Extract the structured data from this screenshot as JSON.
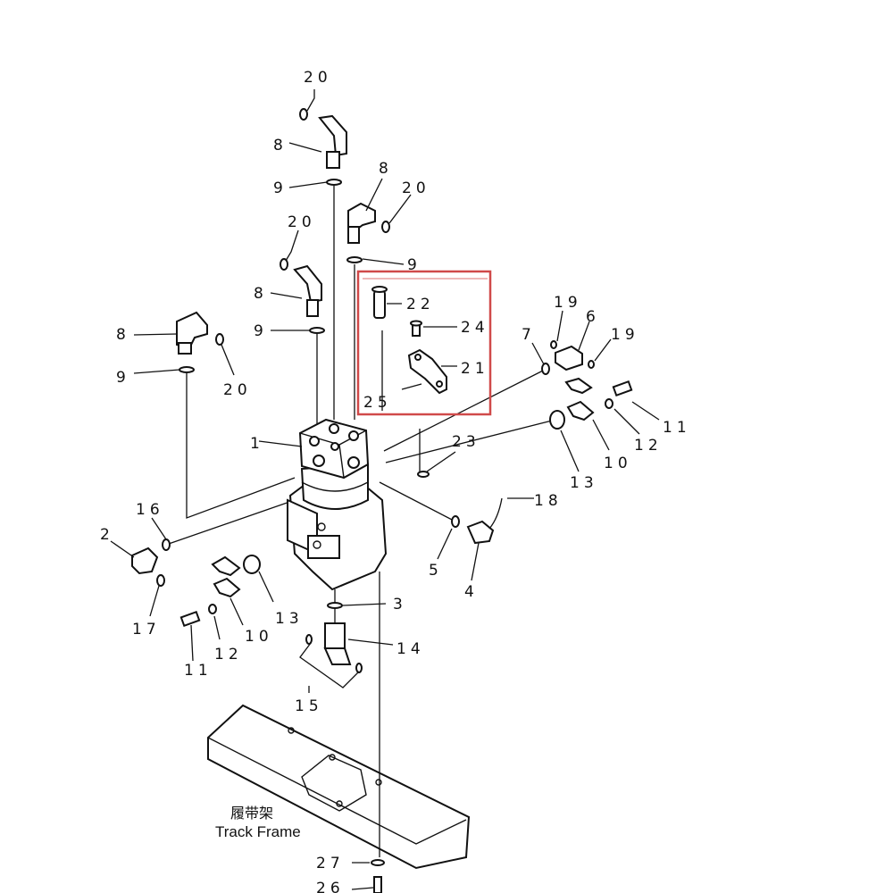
{
  "callouts": {
    "c20a": "20",
    "c8a": "8",
    "c9a": "9",
    "c8b": "8",
    "c20b": "20",
    "c9b": "9",
    "c20c": "20",
    "c8c": "8",
    "c9c": "9",
    "c8d": "8",
    "c9d": "9",
    "c20d": "20",
    "c22": "22",
    "c24": "24",
    "c21": "21",
    "c25": "25",
    "c19a": "19",
    "c6": "6",
    "c7": "7",
    "c19b": "19",
    "c11a": "11",
    "c12a": "12",
    "c10a": "10",
    "c13a": "13",
    "c1": "1",
    "c23": "23",
    "c18": "18",
    "c16": "16",
    "c2": "2",
    "c17": "17",
    "c5": "5",
    "c4": "4",
    "c13b": "13",
    "c10b": "10",
    "c12b": "12",
    "c11b": "11",
    "c3": "3",
    "c14": "14",
    "c15": "15",
    "c27": "27",
    "c26": "26"
  },
  "track_frame": {
    "cn": "履带架",
    "en": "Track Frame"
  },
  "highlight_color": "#d04a4a"
}
